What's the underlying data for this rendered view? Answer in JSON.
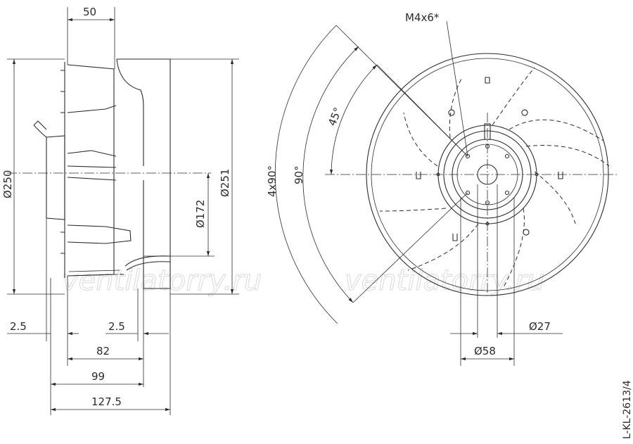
{
  "side_view": {
    "dim_top_width": "50",
    "dim_outer_diameter": "Ø250",
    "dim_inlet_diameter": "Ø251",
    "dim_hub_diameter": "Ø172",
    "dim_left_offset": "2.5",
    "dim_right_offset": "2.5",
    "dim_82": "82",
    "dim_99": "99",
    "dim_127": "127.5"
  },
  "front_view": {
    "screw_label": "M4x6*",
    "angle_45": "45°",
    "angle_90": "90°",
    "angle_4x90": "4x90°",
    "dim_27": "Ø27",
    "dim_58": "Ø58"
  },
  "drawing_code": "L-KL-2613/4",
  "watermark_text": "ventilatorry.ru"
}
